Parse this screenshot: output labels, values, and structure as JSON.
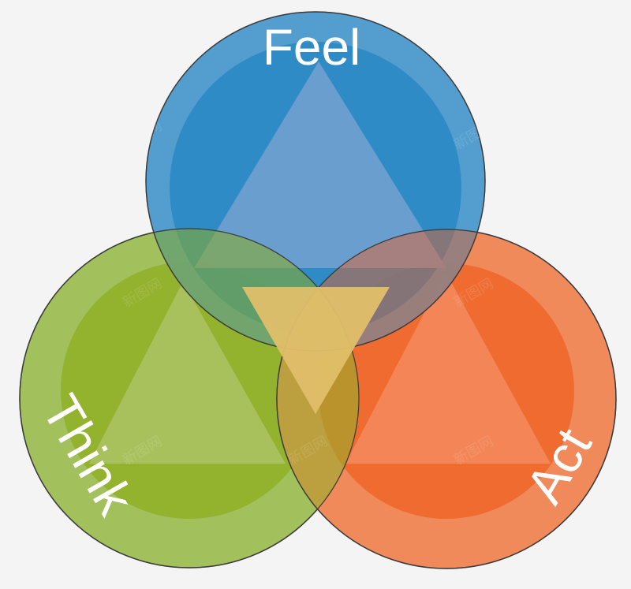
{
  "labels": {
    "feel": "Feel",
    "think": "Think",
    "act": "Act"
  },
  "watermark": "新图网",
  "colors": {
    "background": "#f4f4f4",
    "feel_outer": "#4295cb",
    "feel_inner": "#1a80c2",
    "feel_triangle": "#5a95ca",
    "think_outer": "#a2c05c",
    "think_inner": "#93b22e",
    "think_triangle": "#aac262",
    "act_outer": "#f18a5a",
    "act_inner": "#ef6b30",
    "act_triangle": "#f2875a",
    "center_triangle": "#e0bf6a",
    "outline": "#3a3a3a"
  }
}
